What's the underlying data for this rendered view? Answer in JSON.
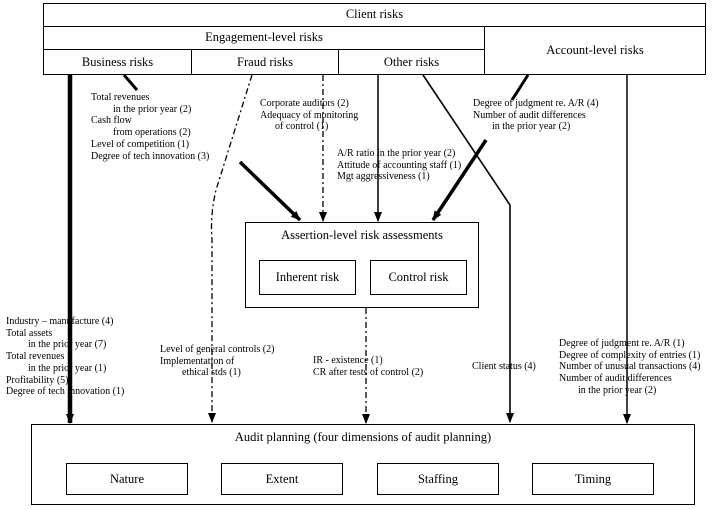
{
  "headers": {
    "client": "Client risks",
    "engagement": "Engagement-level risks",
    "account": "Account-level risks",
    "business": "Business risks",
    "fraud": "Fraud risks",
    "other": "Other risks"
  },
  "assertion": {
    "title": "Assertion-level risk assessments",
    "inherent": "Inherent risk",
    "control": "Control risk"
  },
  "planning": {
    "title": "Audit planning (four dimensions of audit planning)",
    "items": [
      "Nature",
      "Extent",
      "Staffing",
      "Timing"
    ]
  },
  "labels": {
    "biz_upper": [
      "Total revenues",
      "in the prior year (2)",
      "Cash flow",
      "from operations (2)",
      "Level of competition (1)",
      "Degree of tech innovation (3)"
    ],
    "fraud_upper": [
      "Corporate auditors (2)",
      "Adequacy of monitoring",
      "of control (1)"
    ],
    "account_upper": [
      "Degree of judgment re. A/R (4)",
      "Number of audit differences",
      "in the prior year (2)"
    ],
    "other_upper": [
      "A/R ratio in the prior year (2)",
      "Attitude of accounting staff (1)",
      "Mgt aggressiveness (1)"
    ],
    "biz_lower": [
      "Industry – manufacture (4)",
      "Total assets",
      "in the prior year (7)",
      "Total revenues",
      "in the prior year (1)",
      "Profitability (5)",
      "Degree of tech innovation (1)"
    ],
    "fraud_lower": [
      "Level of general controls (2)",
      "Implementation of",
      "ethical stds (1)"
    ],
    "assertion_lower": [
      "IR - existence (1)",
      "CR after tests of control (2)"
    ],
    "client_status": "Client status (4)",
    "account_lower": [
      "Degree of judgment re. A/R (1)",
      "Degree of complexity of entries (1)",
      "Number of unusual transactions (4)",
      "Number of audit differences",
      "in the prior year (2)"
    ]
  }
}
